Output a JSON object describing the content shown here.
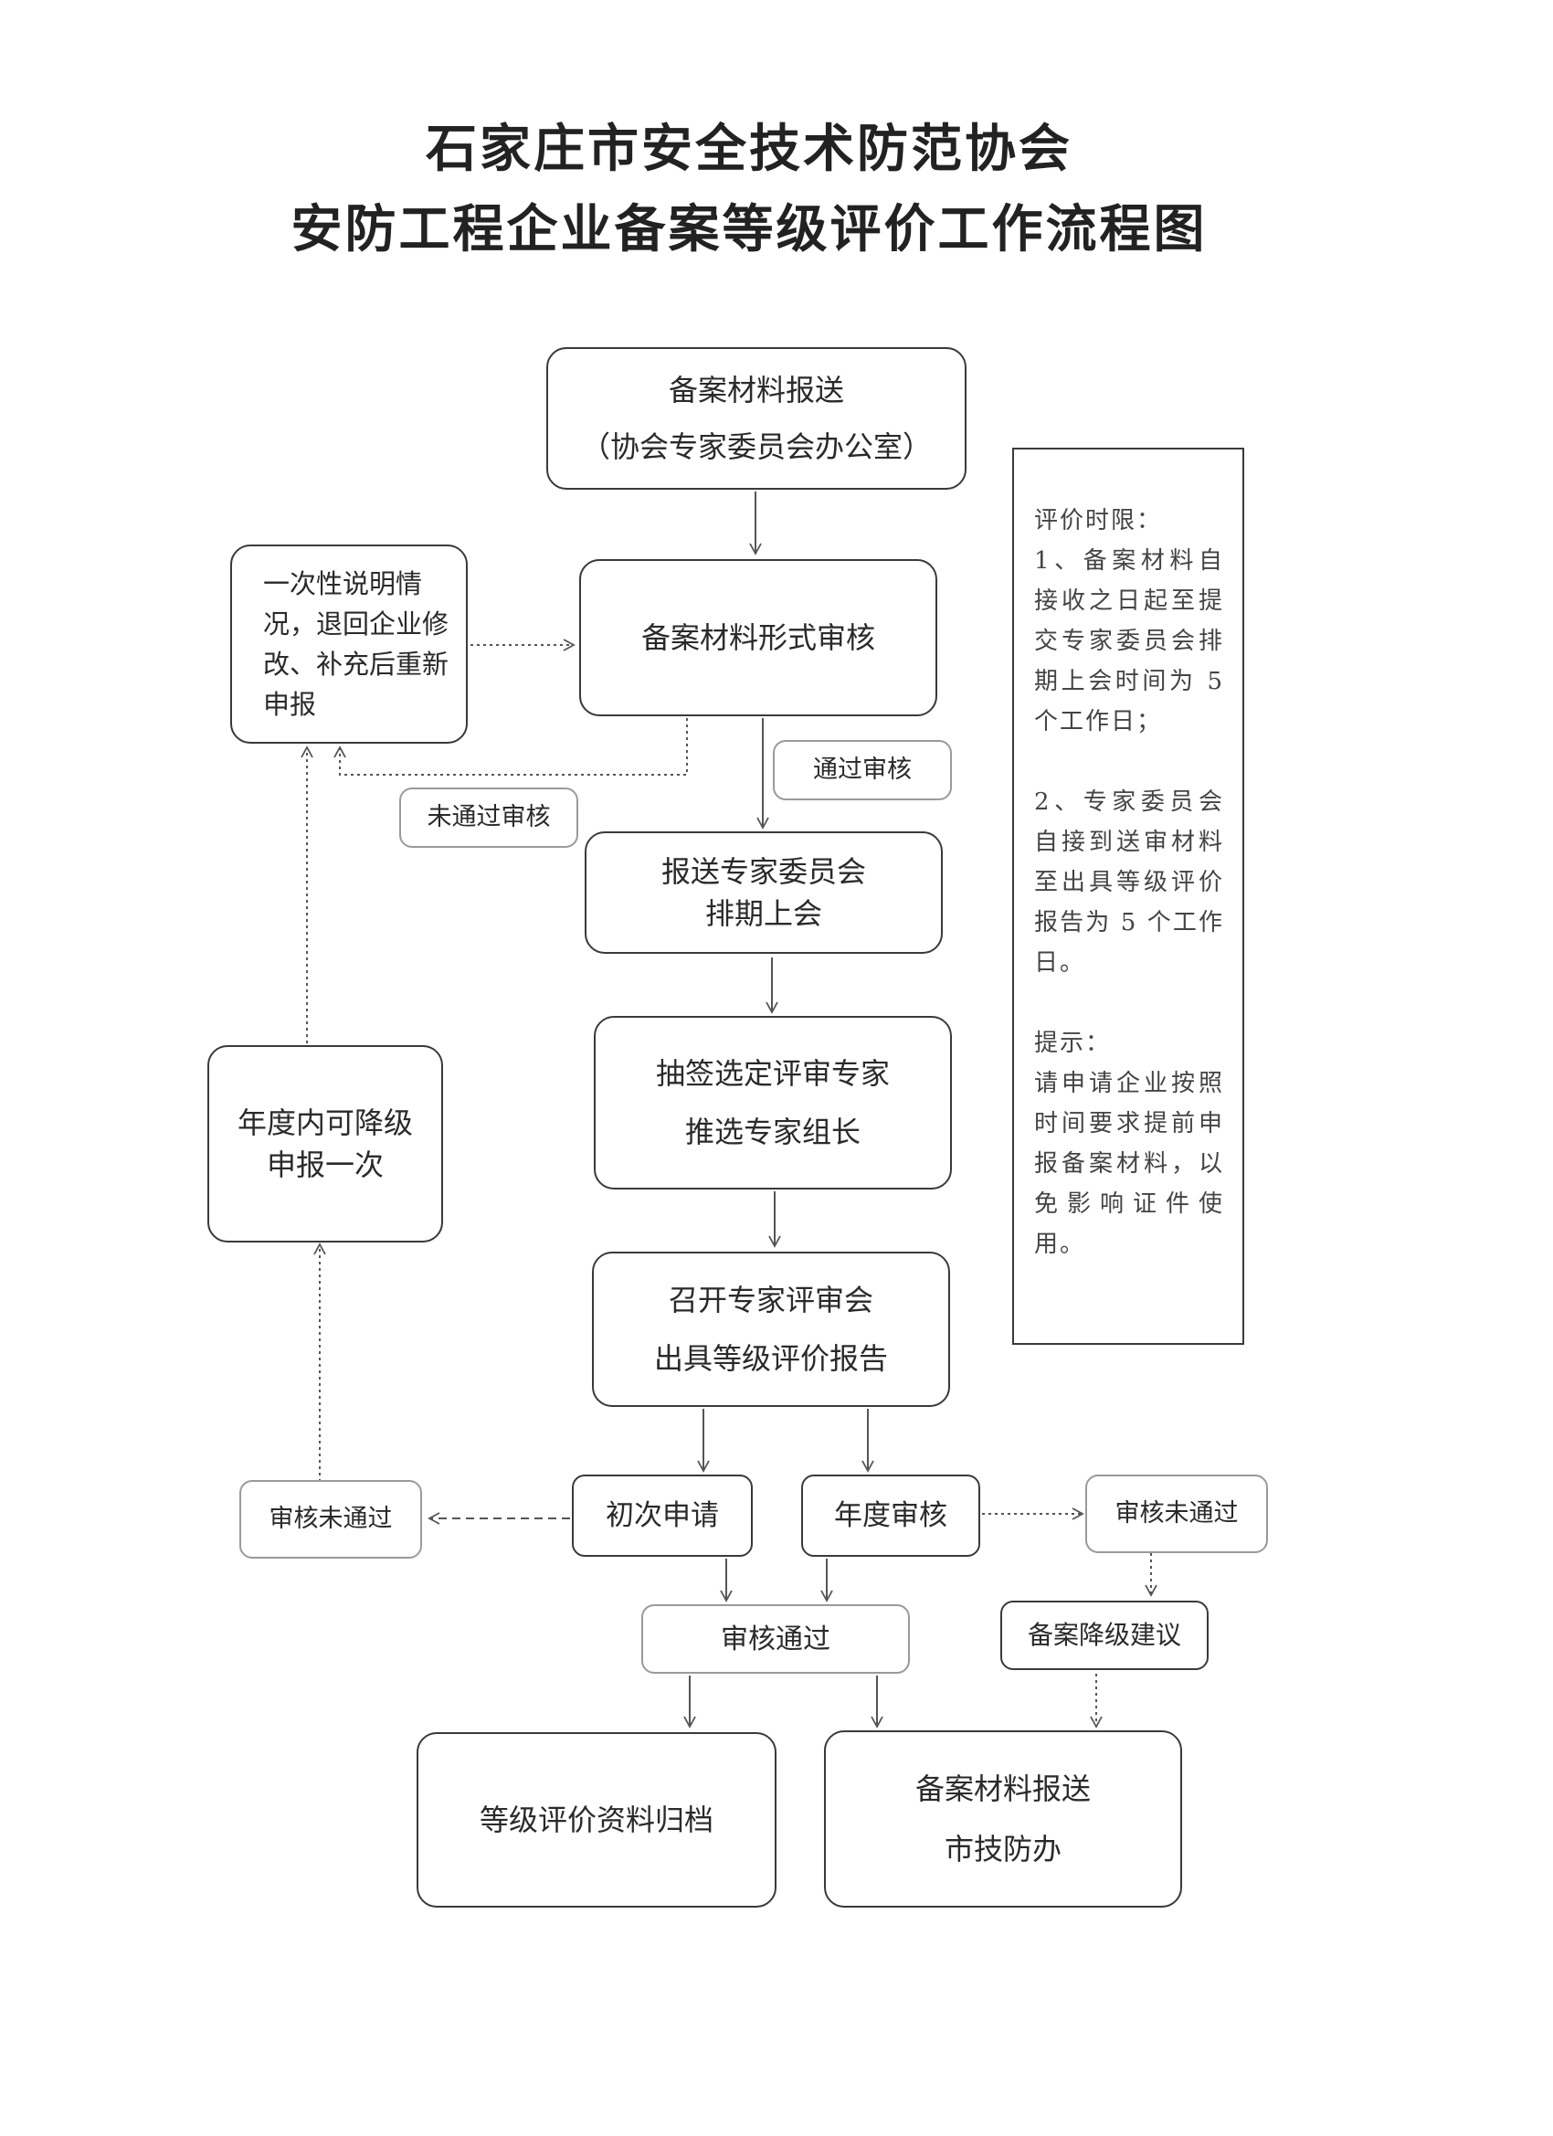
{
  "title": {
    "line1": "石家庄市安全技术防范协会",
    "line2": "安防工程企业备案等级评价工作流程图"
  },
  "nodes": {
    "submit": {
      "line1": "备案材料报送",
      "line2": "（协会专家委员会办公室）"
    },
    "formal_review": "备案材料形式审核",
    "return_note": {
      "line1": "一次性说明情",
      "line2": "况，退回企业修",
      "line3": "改、补充后重新",
      "line4": "申报"
    },
    "passed_label": "通过审核",
    "not_passed_label": "未通过审核",
    "schedule": {
      "line1": "报送专家委员会",
      "line2": "排期上会"
    },
    "select_experts": {
      "line1": "抽签选定评审专家",
      "line2": "推选专家组长"
    },
    "meeting": {
      "line1": "召开专家评审会",
      "line2": "出具等级评价报告"
    },
    "downgrade_once": {
      "line1": "年度内可降级",
      "line2": "申报一次"
    },
    "first_apply": "初次申请",
    "annual_review": "年度审核",
    "fail_left": "审核未通过",
    "fail_right": "审核未通过",
    "review_passed": "审核通过",
    "downgrade_suggest": "备案降级建议",
    "archive": "等级评价资料归档",
    "submit_city": {
      "line1": "备案材料报送",
      "line2": "市技防办"
    }
  },
  "notice": {
    "heading": "评价时限：",
    "item1": "1、备案材料自接收之日起至提交专家委员会排期上会时间为 5 个工作日；",
    "item2": "2、专家委员会自接到送审材料至出具等级评价报告为 5 个工作日。",
    "tip_heading": "提示：",
    "tip": "请申请企业按照时间要求提前申报备案材料，以免影响证件使用。"
  }
}
